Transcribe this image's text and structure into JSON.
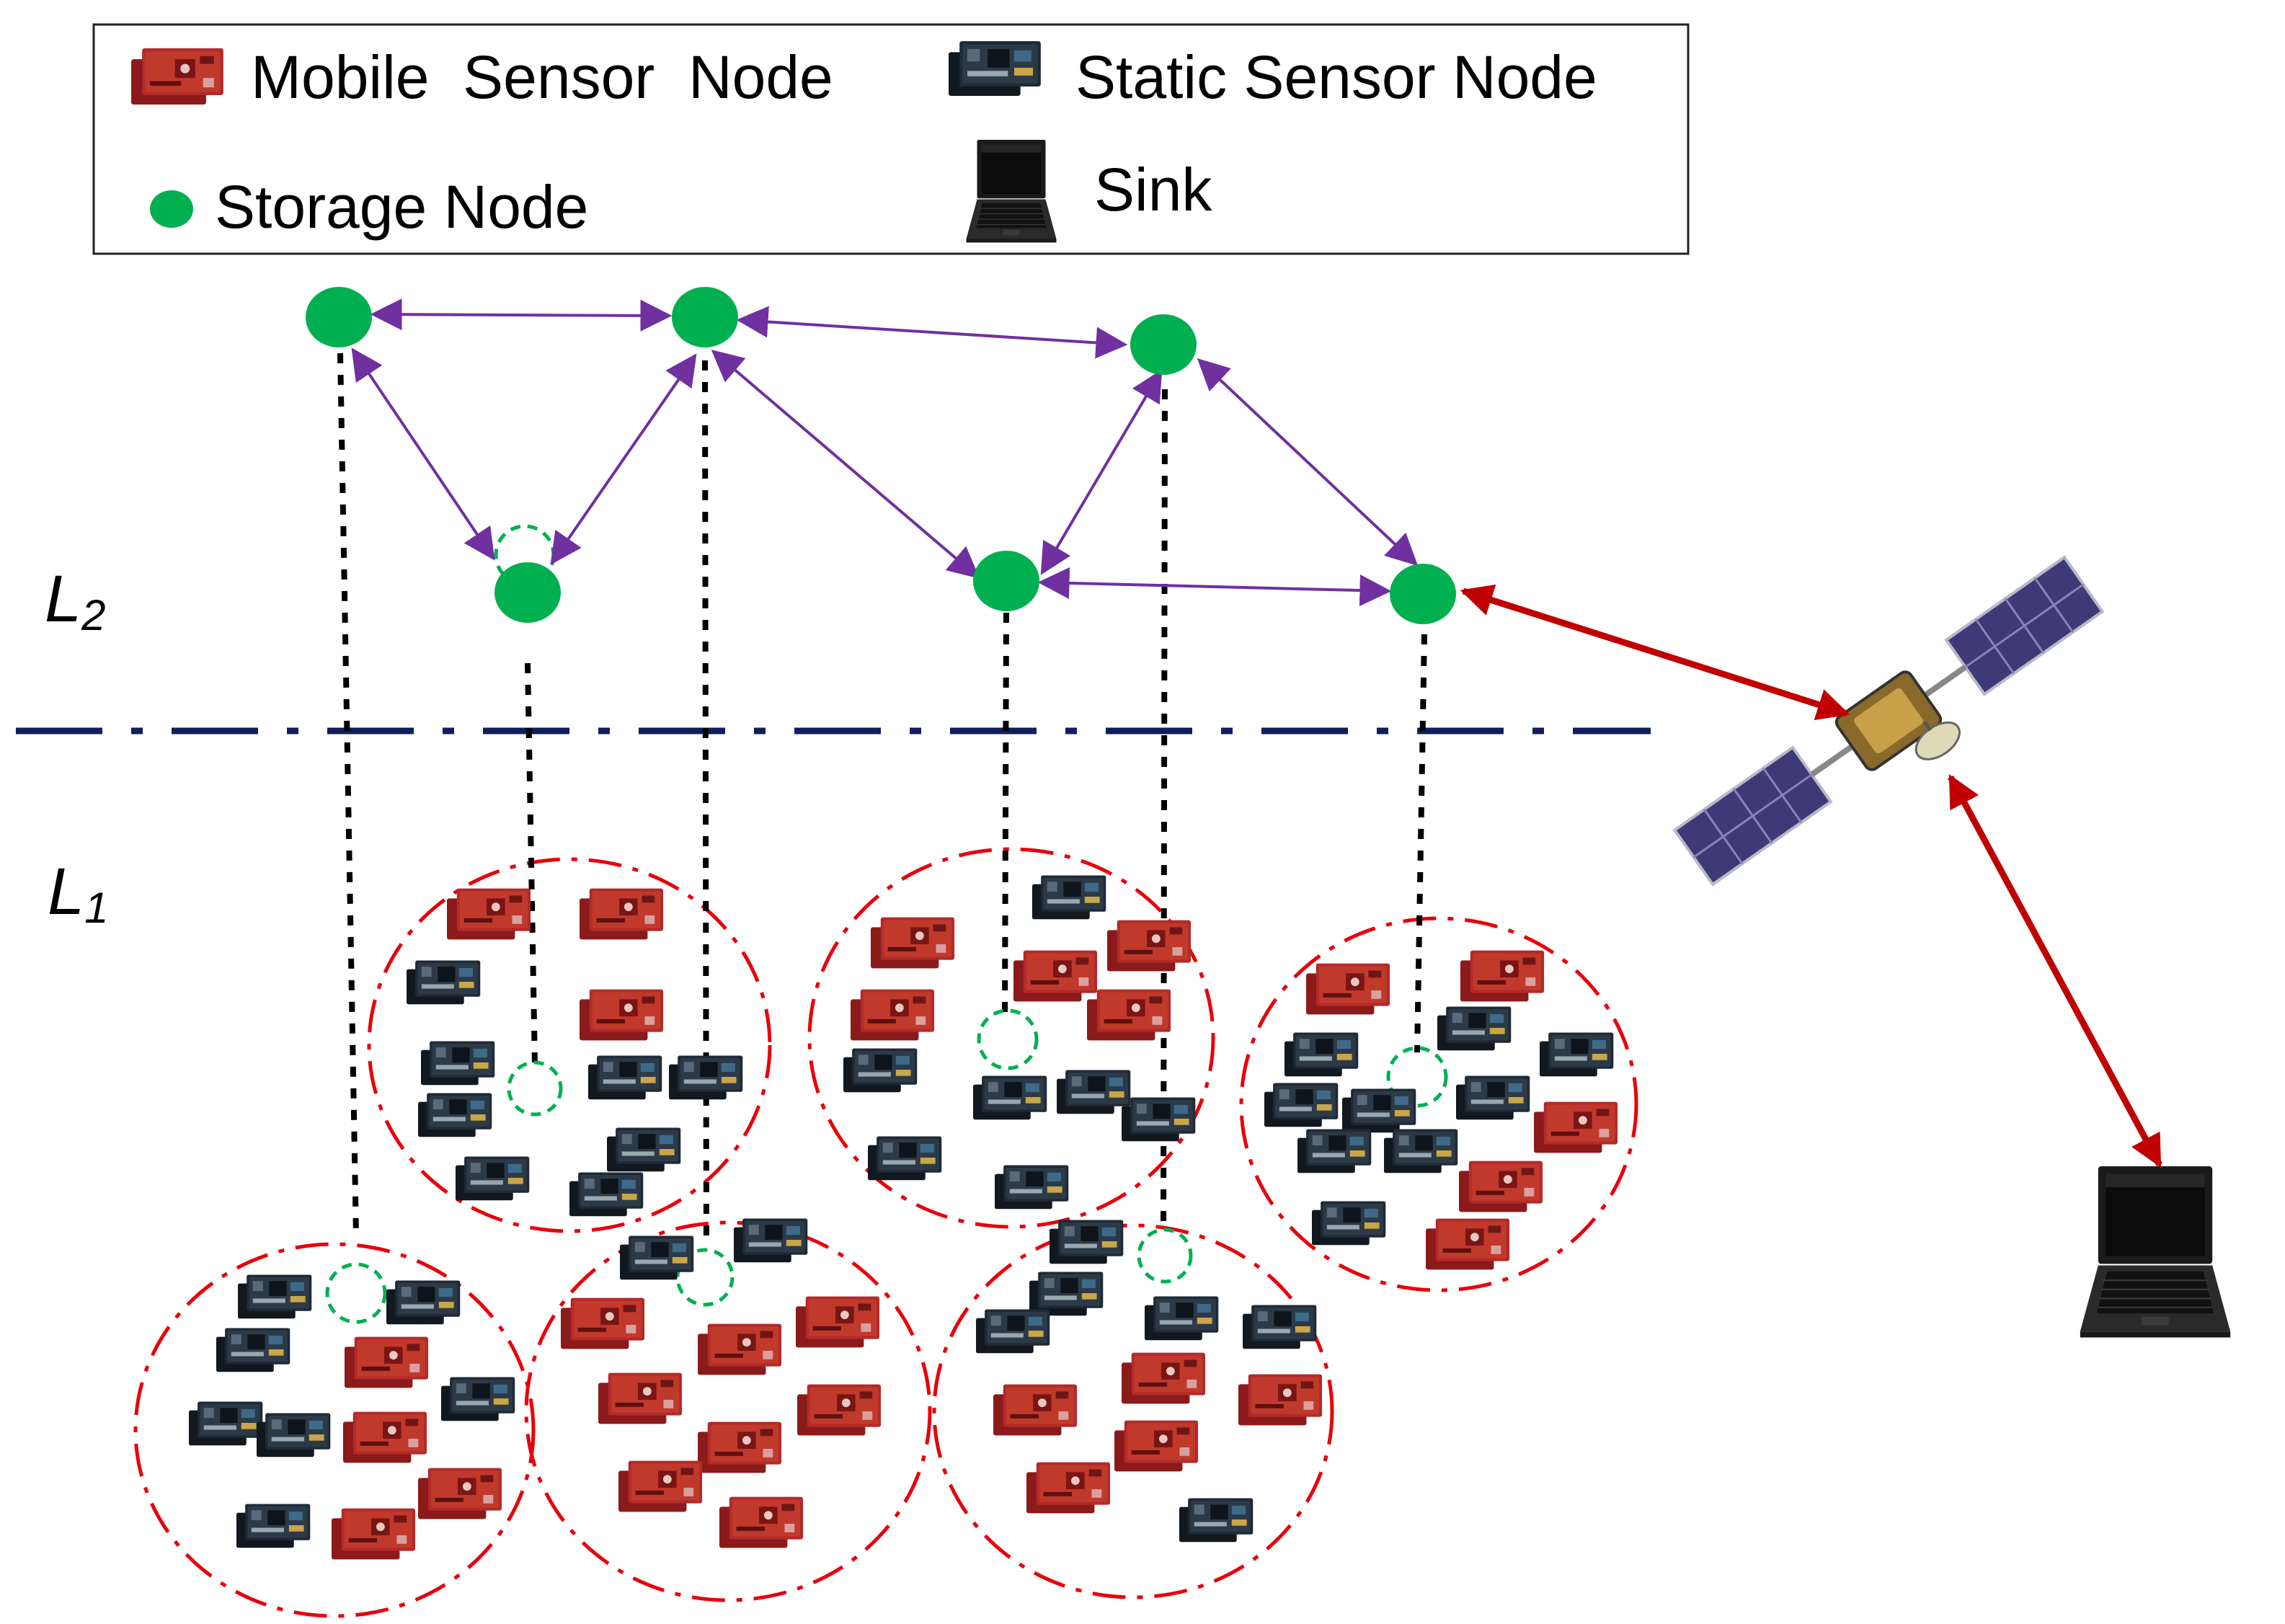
{
  "legend": {
    "mobile_label": "Mobile  Sensor  Node",
    "static_label": "Static Sensor Node",
    "storage_label": "Storage Node",
    "sink_label": "Sink"
  },
  "layers": {
    "upper": {
      "letter": "L",
      "subscript": "2"
    },
    "lower": {
      "letter": "L",
      "subscript": "1"
    }
  },
  "colors": {
    "storage_node": "#00B050",
    "storage_link": "#7030A0",
    "cluster_boundary": "#E8000B",
    "sink_link": "#C00000",
    "layer_divider": "#0F1E5C",
    "projection": "#000000",
    "mobile_node": "#A52A2A",
    "static_node": "#1C2430"
  },
  "icons": {
    "mobile_node": "mobile-sensor-node-icon",
    "static_node": "static-sensor-node-icon",
    "storage_node": "storage-node-icon",
    "sink": "laptop-sink-icon",
    "relay": "satellite-icon"
  }
}
